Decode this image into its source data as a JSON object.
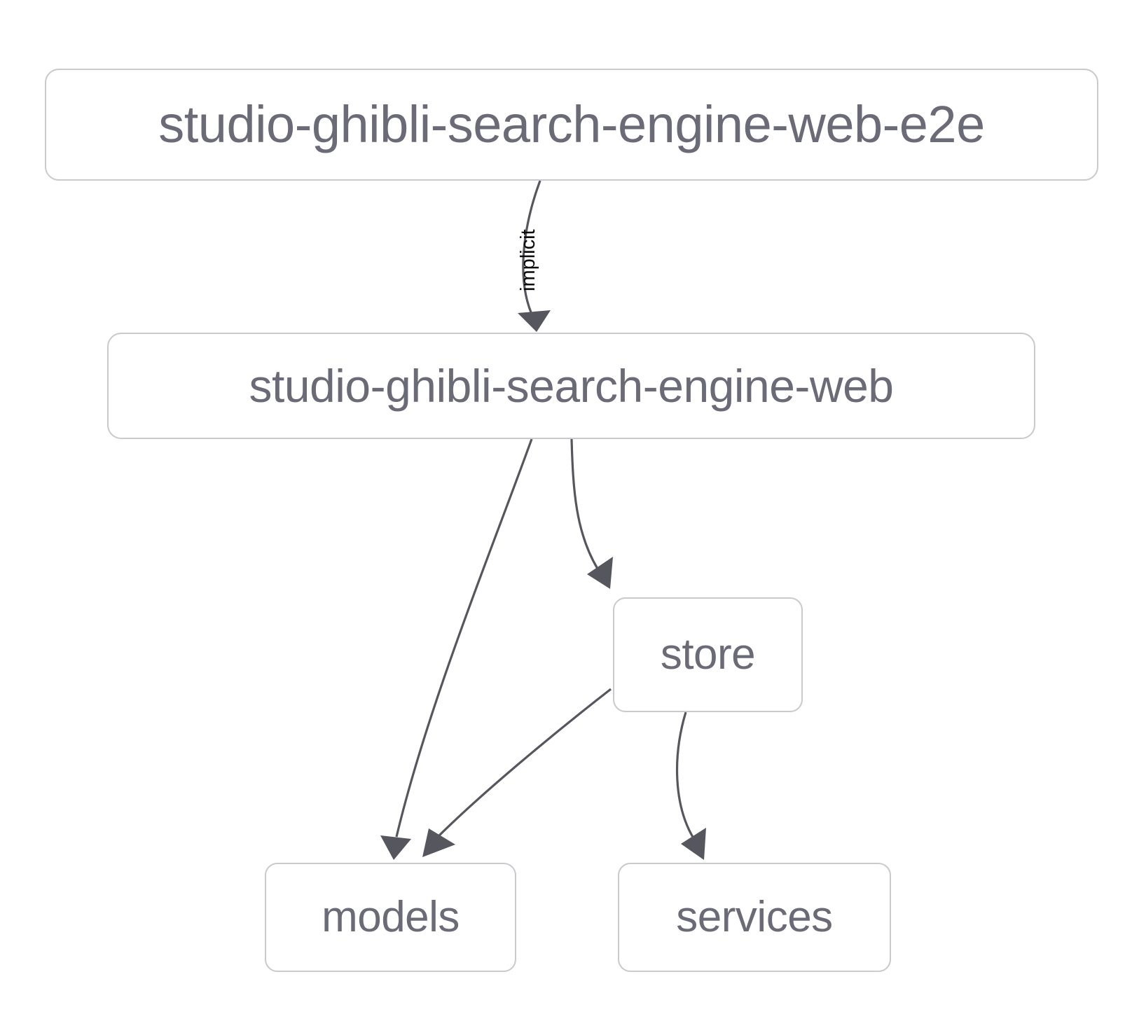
{
  "diagram": {
    "type": "directed-dependency-graph",
    "background_color": "#ffffff",
    "node_border_color": "#c9c9ce",
    "node_fill_color": "#ffffff",
    "node_text_color": "#6b6b78",
    "edge_color": "#56565f",
    "edge_label_color": "#0b0b0b",
    "nodes": [
      {
        "id": "e2e",
        "label": "studio-ghibli-search-engine-web-e2e"
      },
      {
        "id": "web",
        "label": "studio-ghibli-search-engine-web"
      },
      {
        "id": "store",
        "label": "store"
      },
      {
        "id": "models",
        "label": "models"
      },
      {
        "id": "services",
        "label": "services"
      }
    ],
    "edges": [
      {
        "from": "e2e",
        "to": "web",
        "label": "implicit"
      },
      {
        "from": "web",
        "to": "models",
        "label": ""
      },
      {
        "from": "web",
        "to": "store",
        "label": ""
      },
      {
        "from": "store",
        "to": "models",
        "label": ""
      },
      {
        "from": "store",
        "to": "services",
        "label": ""
      }
    ]
  }
}
